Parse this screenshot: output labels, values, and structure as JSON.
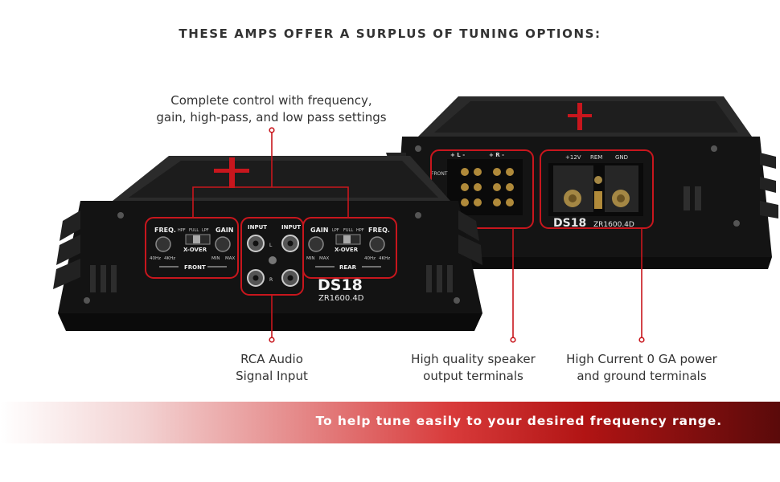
{
  "heading": "THESE AMPS OFFER A SURPLUS OF TUNING OPTIONS:",
  "callouts": {
    "controls": [
      "Complete control with frequency,",
      "gain, high-pass, and low pass settings"
    ],
    "rca": [
      "RCA Audio",
      "Signal Input"
    ],
    "speaker": [
      "High quality speaker",
      "output terminals"
    ],
    "power": [
      "High Current 0 GA power",
      "and ground terminals"
    ]
  },
  "banner": "To help tune easily to your desired frequency range.",
  "amp_labels": {
    "front_freq": "FREQ.",
    "front_gain": "GAIN",
    "xover": "X-OVER",
    "front": "FRONT",
    "rear": "REAR",
    "hpf": "HPF",
    "full": "FULL",
    "lpf": "LPF",
    "hz40": "40Hz",
    "khz4": "4KHz",
    "min": "MIN",
    "max": "MAX",
    "input": "INPUT",
    "l": "L",
    "r": "R",
    "brand": "DS18",
    "model": "ZR1600.4D",
    "front_terminal": "FRONT",
    "plus_l": "+ L -",
    "plus_r": "+ R -",
    "v12": "+12V",
    "rem": "REM",
    "gnd": "GND"
  },
  "colors": {
    "accent": "#c8161d",
    "amp_body": "#1a1a1a",
    "text": "#333333"
  }
}
